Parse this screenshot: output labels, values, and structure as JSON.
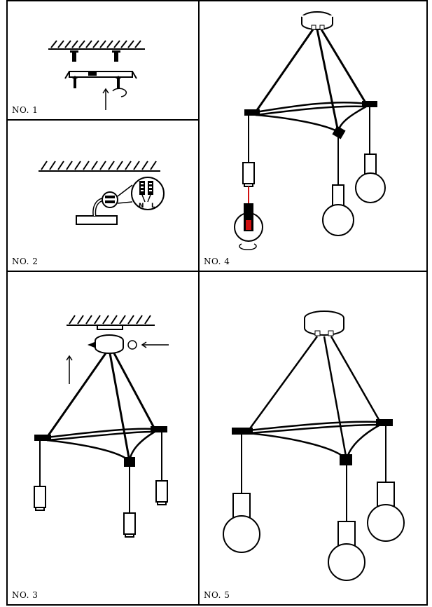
{
  "steps": {
    "one": {
      "label": "NO. 1"
    },
    "two": {
      "label": "NO. 2",
      "wire_neutral": "N",
      "wire_live": "L"
    },
    "three": {
      "label": "NO. 3"
    },
    "four": {
      "label": "NO. 4"
    },
    "five": {
      "label": "NO. 5"
    }
  },
  "colors": {
    "line": "#000000",
    "highlight": "#d01010"
  }
}
